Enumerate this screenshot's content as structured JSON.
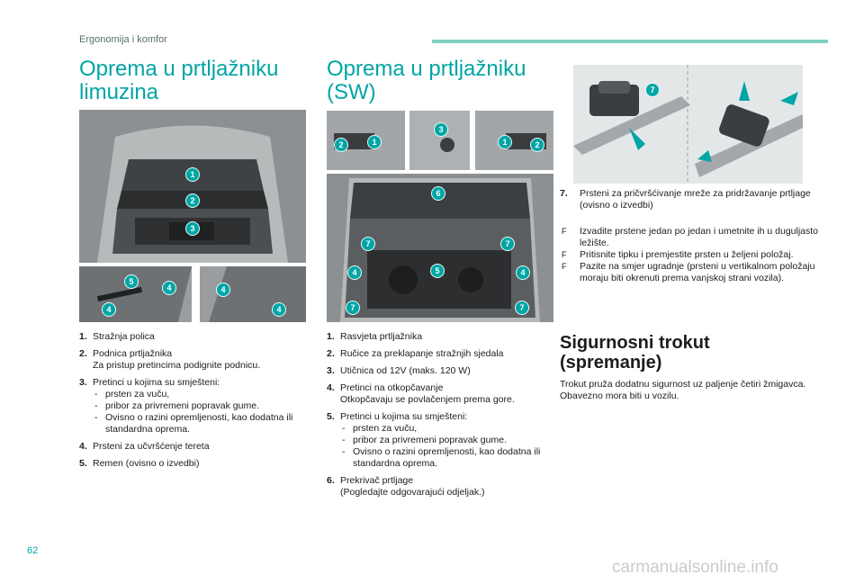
{
  "header": {
    "section": "Ergonomija i komfor"
  },
  "titles": {
    "limuzina": "Oprema u prtljažniku limuzina",
    "sw": "Oprema u prtljažniku (SW)",
    "trokut": "Sigurnosni trokut (spremanje)"
  },
  "callouts": {
    "limuzina_main": [
      "1",
      "2",
      "3"
    ],
    "limuzina_left": [
      "5",
      "4",
      "4"
    ],
    "limuzina_right": [
      "4",
      "4"
    ],
    "sw_top_left": [
      "2",
      "1"
    ],
    "sw_top_mid": [
      "3"
    ],
    "sw_top_right": [
      "1",
      "2"
    ],
    "sw_main": [
      "6",
      "7",
      "7",
      "4",
      "5",
      "4",
      "7",
      "7"
    ],
    "sw_hook": [
      "7"
    ]
  },
  "list_limuzina": [
    {
      "num": "1.",
      "lines": [
        "Stražnja polica"
      ],
      "subs": []
    },
    {
      "num": "2.",
      "lines": [
        "Podnica prtljažnika",
        "Za pristup pretincima podignite podnicu."
      ],
      "subs": []
    },
    {
      "num": "3.",
      "lines": [
        "Pretinci u kojima su smješteni:"
      ],
      "subs": [
        "prsten za vuču,",
        "pribor za privremeni popravak gume.",
        "Ovisno o razini opremljenosti, kao dodatna ili standardna oprema."
      ]
    },
    {
      "num": "4.",
      "lines": [
        "Prsteni za učvršćenje tereta"
      ],
      "subs": []
    },
    {
      "num": "5.",
      "lines": [
        "Remen (ovisno o izvedbi)"
      ],
      "subs": []
    }
  ],
  "list_sw": [
    {
      "num": "1.",
      "lines": [
        "Rasvjeta prtljažnika"
      ],
      "subs": []
    },
    {
      "num": "2.",
      "lines": [
        "Ručice za preklapanje stražnjih sjedala"
      ],
      "subs": []
    },
    {
      "num": "3.",
      "lines": [
        "Utičnica od 12V (maks. 120 W)"
      ],
      "subs": []
    },
    {
      "num": "4.",
      "lines": [
        "Pretinci na otkopčavanje",
        "Otkopčavaju se povlačenjem prema gore."
      ],
      "subs": []
    },
    {
      "num": "5.",
      "lines": [
        "Pretinci u kojima su smješteni:"
      ],
      "subs": [
        "prsten za vuču,",
        "pribor za privremeni popravak gume.",
        "Ovisno o razini opremljenosti, kao dodatna ili standardna oprema."
      ]
    },
    {
      "num": "6.",
      "lines": [
        "Prekrivač prtljage",
        "(Pogledajte odgovarajući odjeljak.)"
      ],
      "subs": []
    }
  ],
  "note7": {
    "num": "7.",
    "text": "Prsteni za pričvršćivanje mreže za pridržavanje prtljage (ovisno o izvedbi)"
  },
  "steps": {
    "mark": "F",
    "items": [
      "Izvadite prstene jedan po jedan i umetnite ih u duguljasto ležište.",
      "Pritisnite tipku i premjestite prsten u željeni položaj.",
      "Pazite na smjer ugradnje (prsteni u vertikalnom položaju moraju biti okrenuti prema vanjskoj strani vozila)."
    ]
  },
  "trokut_text": [
    "Trokut pruža dodatnu sigurnost uz paljenje četiri žmigavca.",
    "Obavezno mora biti u vozilu."
  ],
  "footer": {
    "page": "62",
    "watermark": "carmanualsonline.info"
  },
  "colors": {
    "accent": "#00a5a6",
    "bar": "#7fd1c4"
  }
}
